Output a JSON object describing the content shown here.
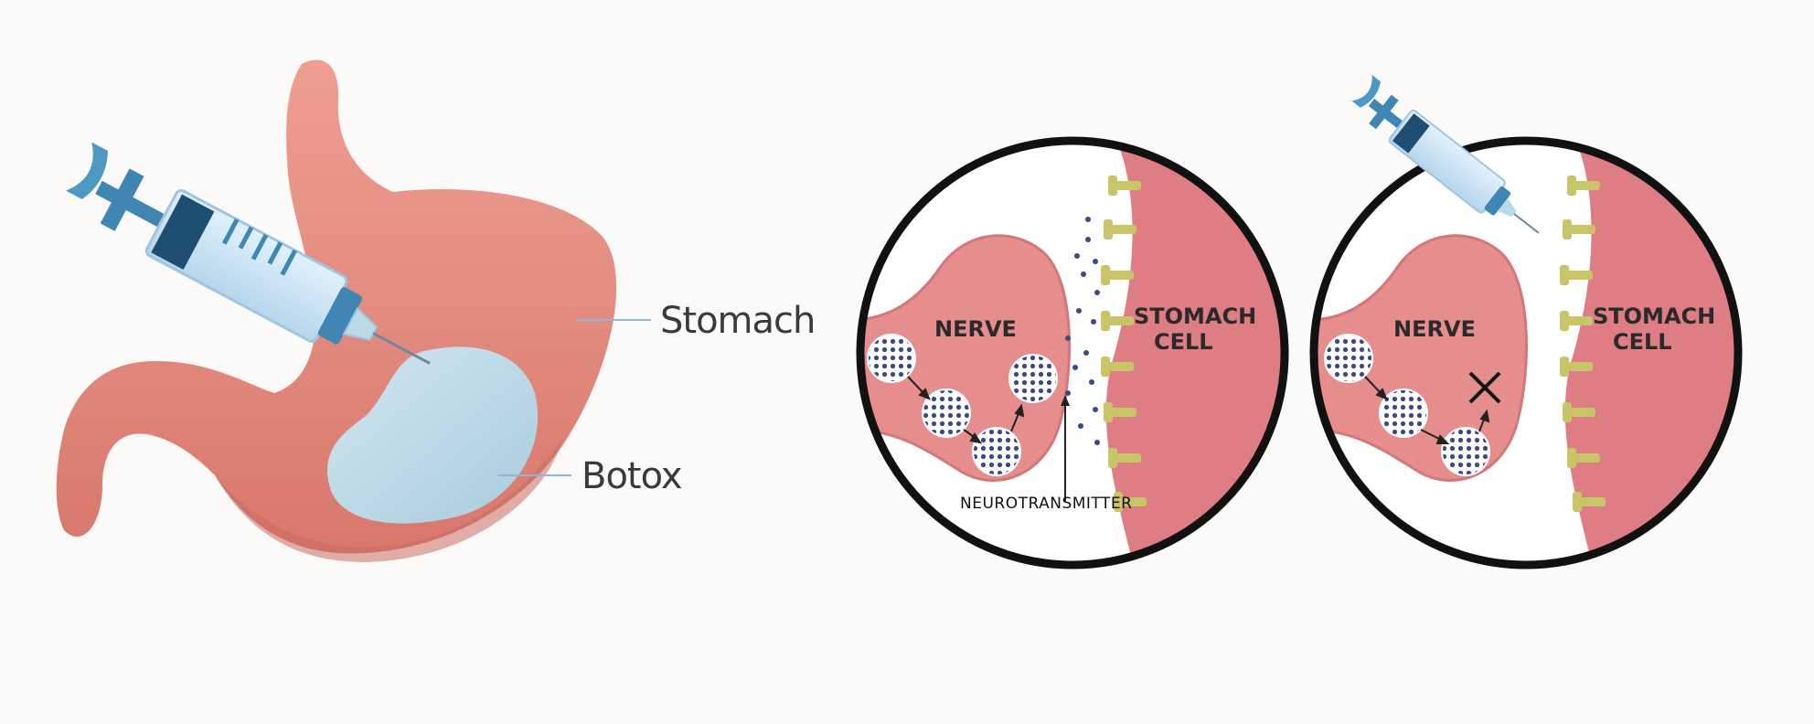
{
  "labels": {
    "stomach": "Stomach",
    "botox": "Botox",
    "neurotransmitter": "NEUROTRANSMITTER",
    "panel_normal": {
      "nerve": "NERVE",
      "cell_line1": "STOMACH",
      "cell_line2": "CELL"
    },
    "panel_blocked": {
      "nerve": "NERVE",
      "cell_line1": "STOMACH",
      "cell_line2": "CELL"
    }
  },
  "colors": {
    "background": "#fbfaf8",
    "stomach": "#e58d80",
    "stomach_shadow": "#c86c62",
    "botox": "#bcd9e6",
    "nerve": "#e68d8d",
    "cell": "#df7d84",
    "receptor": "#c8c468",
    "vesicle_dots": "#3b4a86",
    "syringe_body": "#cfe6f5",
    "syringe_dark": "#3f86b5"
  },
  "icons": {
    "syringe": "syringe-icon",
    "blocked": "x-mark-icon"
  }
}
